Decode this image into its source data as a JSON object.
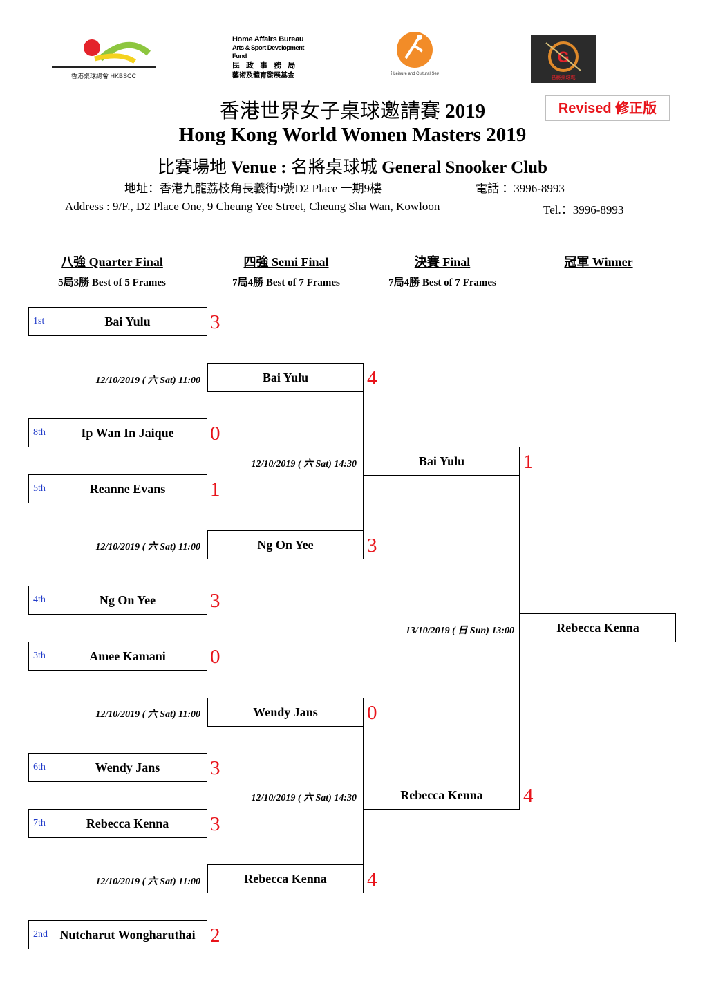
{
  "logos": {
    "left_caption": "香港桌球總會 HKBSCC",
    "hab_en_1": "Home Affairs Bureau",
    "hab_en_2": "Arts & Sport Development Fund",
    "hab_zh_1": "民 政 事 務 局",
    "hab_zh_2": "藝術及體育發展基金",
    "lcsd_caption": "康樂及文化事務署 Leisure and Cultural Services Department",
    "club_caption": "名將桌球城"
  },
  "header": {
    "revised_label": "Revised 修正版",
    "title_zh": "香港世界女子桌球邀請賽",
    "title_year": "2019",
    "title_en": "Hong Kong World Women Masters 2019",
    "venue_zh_prefix": "比賽場地",
    "venue_label": "Venue :",
    "venue_zh_name": "名將桌球城",
    "venue_en_name": "General Snooker Club",
    "address_zh": "地址：香港九龍荔枝角長義街9號D2 Place 一期9樓",
    "tel_zh": "電話 ：3996-8993",
    "address_en": "Address : 9/F., D2 Place One, 9 Cheung Yee Street, Cheung Sha Wan, Kowloon",
    "tel_en": "Tel.：3996-8993"
  },
  "columns": [
    {
      "title": "八強 Quarter Final",
      "format": "5局3勝 Best of 5 Frames"
    },
    {
      "title": "四強 Semi Final",
      "format": "7局4勝 Best of 7 Frames"
    },
    {
      "title": "決賽 Final",
      "format": "7局4勝 Best of 7 Frames"
    },
    {
      "title": "冠軍 Winner",
      "format": ""
    }
  ],
  "quarter_finals": [
    {
      "seed": "1st",
      "name": "Bai Yulu",
      "score": "3"
    },
    {
      "seed": "8th",
      "name": "Ip Wan In Jaique",
      "score": "0"
    },
    {
      "seed": "5th",
      "name": "Reanne Evans",
      "score": "1"
    },
    {
      "seed": "4th",
      "name": "Ng On Yee",
      "score": "3"
    },
    {
      "seed": "3th",
      "name": "Amee Kamani",
      "score": "0"
    },
    {
      "seed": "6th",
      "name": "Wendy Jans",
      "score": "3"
    },
    {
      "seed": "7th",
      "name": "Rebecca Kenna",
      "score": "3"
    },
    {
      "seed": "2nd",
      "name": "Nutcharut Wongharuthai",
      "score": "2"
    }
  ],
  "qf_dates": [
    "12/10/2019 ( 六 Sat)   11:00",
    "12/10/2019 ( 六 Sat)   11:00",
    "12/10/2019 ( 六 Sat)   11:00",
    "12/10/2019 ( 六 Sat)   11:00"
  ],
  "semi_finals": [
    {
      "name": "Bai Yulu",
      "score": "4"
    },
    {
      "name": "Ng On Yee",
      "score": "3"
    },
    {
      "name": "Wendy Jans",
      "score": "0"
    },
    {
      "name": "Rebecca Kenna",
      "score": "4"
    }
  ],
  "sf_dates": [
    "12/10/2019 ( 六 Sat)   14:30",
    "12/10/2019 ( 六 Sat)   14:30"
  ],
  "final": [
    {
      "name": "Bai Yulu",
      "score": "1"
    },
    {
      "name": "Rebecca Kenna",
      "score": "4"
    }
  ],
  "final_date": "13/10/2019 ( 日 Sun)   13:00",
  "winner": {
    "name": "Rebecca Kenna"
  }
}
